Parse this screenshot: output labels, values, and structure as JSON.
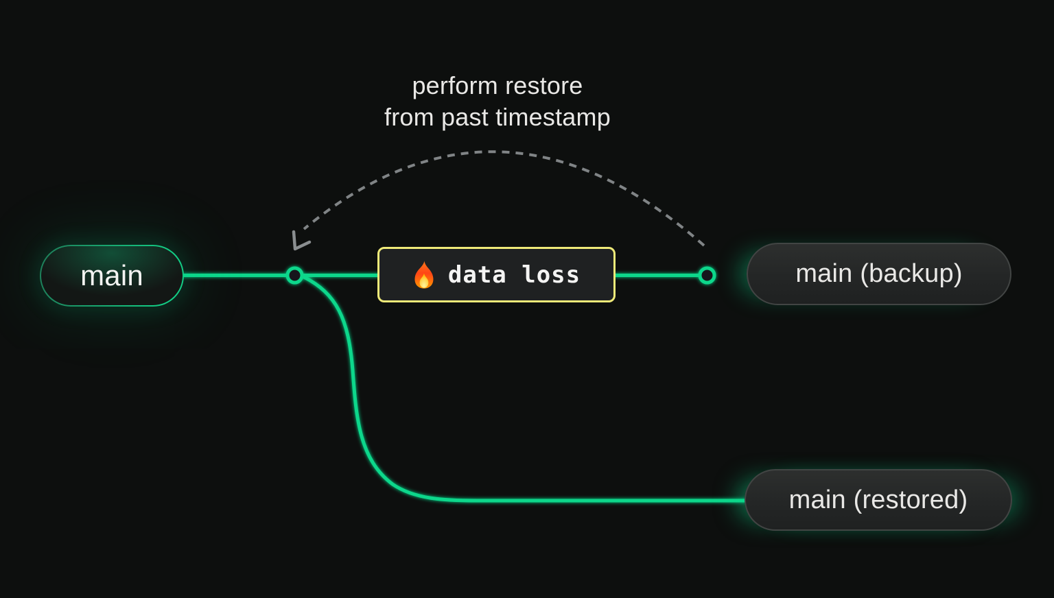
{
  "annotation": {
    "line1": "perform restore",
    "line2": "from past timestamp"
  },
  "nodes": {
    "main": {
      "label": "main"
    },
    "backup": {
      "label": "main (backup)"
    },
    "restored": {
      "label": "main (restored)"
    },
    "data_loss": {
      "label": "data loss",
      "icon": "fire-icon"
    }
  },
  "colors": {
    "background": "#0D0F0E",
    "branch_green": "#0CD78B",
    "event_border_yellow": "#EFEA79",
    "dashed_arc_gray": "#808486",
    "pill_border_gray": "#424544",
    "main_glow_green": "#13CD85",
    "text_primary": "#E9E8E6"
  }
}
